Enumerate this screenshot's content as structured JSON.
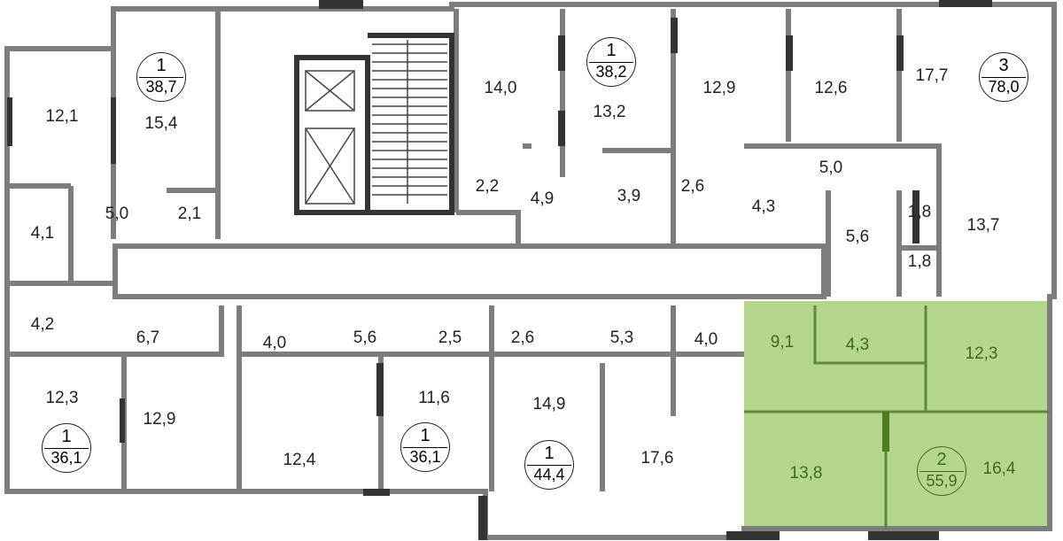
{
  "colors": {
    "wall": "#7d7d7d",
    "wall_dark": "#333333",
    "highlight": "#b3d68c",
    "highlight_text": "#3d6b1d"
  },
  "apartments": [
    {
      "rooms": "1",
      "area": "38,7",
      "room_areas": [
        "12,1",
        "15,4",
        "5,0",
        "2,1",
        "4,1"
      ]
    },
    {
      "rooms": "1",
      "area": "38,2",
      "room_areas": [
        "14,0",
        "13,2",
        "2,2",
        "4,9",
        "3,9",
        "2,6",
        "12,9"
      ]
    },
    {
      "rooms": "3",
      "area": "78,0",
      "room_areas": [
        "12,6",
        "17,7",
        "5,0",
        "4,3",
        "5,6",
        "1,8",
        "1,8",
        "13,7"
      ]
    },
    {
      "rooms": "1",
      "area": "36,1",
      "room_areas": [
        "4,2",
        "6,7",
        "12,3"
      ]
    },
    {
      "rooms": "1",
      "area": "36,1",
      "room_areas": [
        "12,9",
        "4,0",
        "5,6",
        "2,5",
        "12,4",
        "11,6"
      ]
    },
    {
      "rooms": "1",
      "area": "44,4",
      "room_areas": [
        "2,6",
        "5,3",
        "4,0",
        "14,9",
        "17,6"
      ]
    },
    {
      "rooms": "2",
      "area": "55,9",
      "room_areas": [
        "9,1",
        "4,3",
        "12,3",
        "13,8",
        "16,4"
      ],
      "highlighted": true
    }
  ]
}
